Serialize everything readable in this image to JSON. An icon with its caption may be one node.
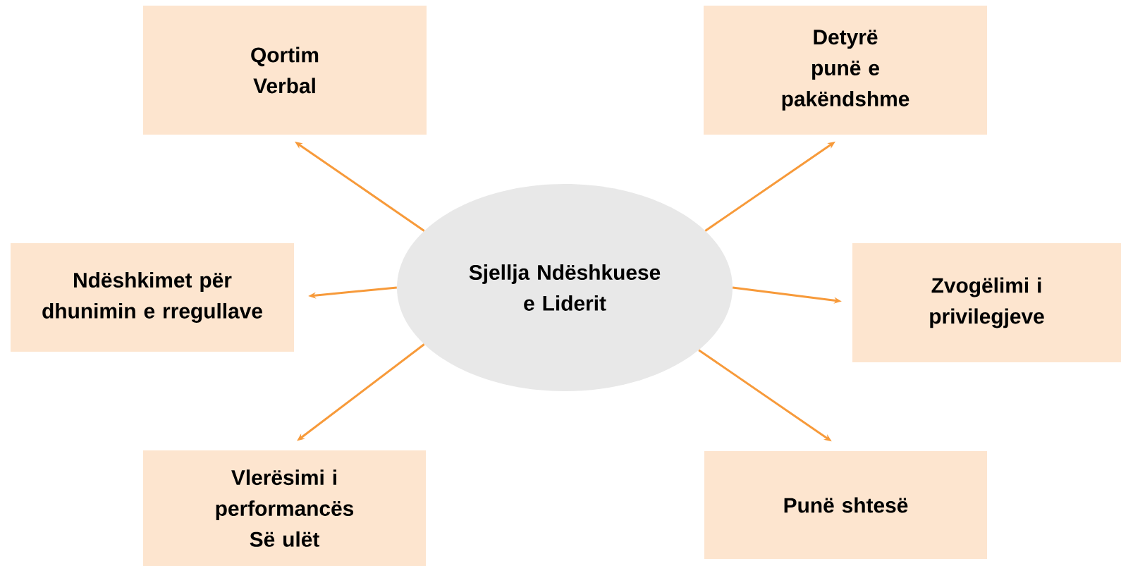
{
  "diagram": {
    "nodes": [
      {
        "text": [
          "Sjellja Ndëshkuese e Liderit"
        ]
      },
      {
        "text": [
          "Qortim Verbal"
        ]
      },
      {
        "text": [
          "Detyrë punë e pakëndshme"
        ]
      },
      {
        "text": [
          "Ndëshkimet për dhunimin e rregullave"
        ]
      },
      {
        "text": [
          "Zvogëlimi i privilegjeve"
        ]
      },
      {
        "text": [
          "Vlerësimi i performancës Së ulët"
        ]
      },
      {
        "text": [
          "Punë shtesë"
        ]
      }
    ],
    "edges": [
      {
        "from": 0,
        "to": 1,
        "arrow": "to"
      },
      {
        "from": 0,
        "to": 2,
        "arrow": "to"
      },
      {
        "from": 0,
        "to": 3,
        "arrow": "to"
      },
      {
        "from": 0,
        "to": 4,
        "arrow": "to"
      },
      {
        "from": 0,
        "to": 5,
        "arrow": "to"
      },
      {
        "from": 0,
        "to": 6,
        "arrow": "to"
      }
    ]
  }
}
